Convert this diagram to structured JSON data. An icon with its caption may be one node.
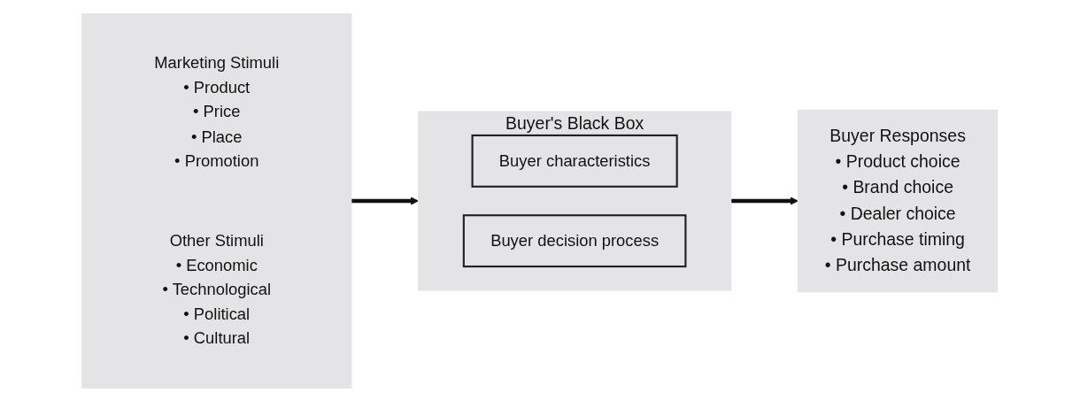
{
  "diagram": {
    "nodes": [
      {
        "text": [],
        "shape": "box"
      },
      {
        "text": [
          "Marketing Stimuli",
          "• Product",
          "• Price",
          "• Place",
          "• Promotion"
        ],
        "in": 0
      },
      {
        "text": [
          "Other Stimuli",
          "• Economic",
          "• Technological",
          "• Political",
          "• Cultural"
        ],
        "in": 0
      },
      {
        "text": [
          "Buyer's Black Box"
        ]
      },
      {
        "text": [
          "Buyer characteristics"
        ],
        "in": 3
      },
      {
        "text": [
          "Buyer decision process"
        ],
        "in": 3
      },
      {
        "text": [
          "Buyer Responses",
          "• Product choice",
          "• Brand choice",
          "• Dealer choice",
          "• Purchase timing",
          "• Purchase amount"
        ]
      }
    ],
    "edges": [
      {
        "from": 0,
        "to": 3,
        "arrow": "to"
      },
      {
        "from": 3,
        "to": 6,
        "arrow": "to"
      }
    ]
  }
}
